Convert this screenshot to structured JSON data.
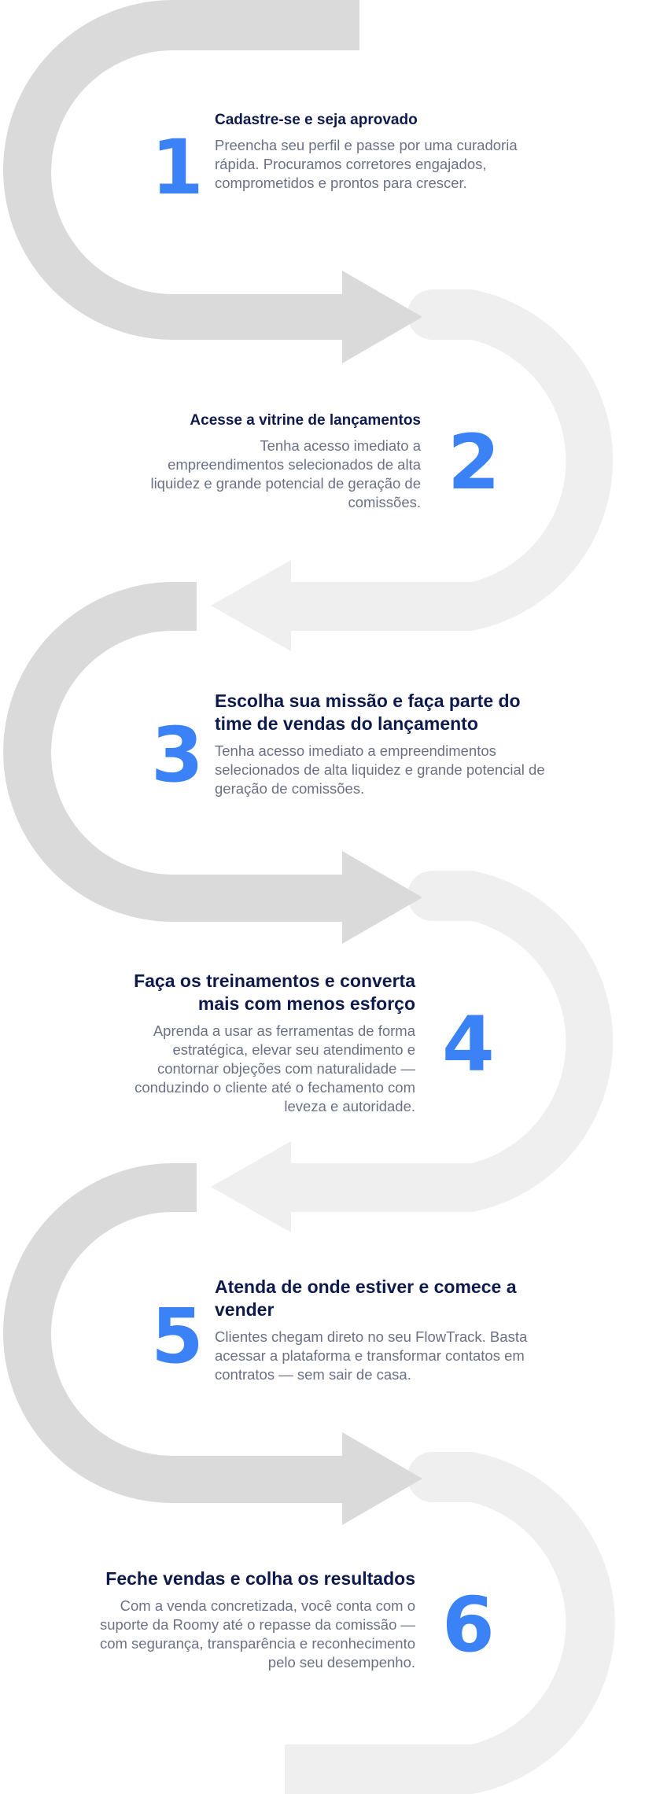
{
  "colors": {
    "accent": "#3b82f6",
    "title": "#0e1a4b",
    "text": "#6b7085",
    "road_dark": "#dadada",
    "road_light": "#efefef"
  },
  "steps": [
    {
      "number": "1",
      "title": "Cadastre-se e seja aprovado",
      "description": "Preencha seu perfil e passe por uma curadoria rápida. Procuramos corretores engajados, comprometidos e prontos para crescer."
    },
    {
      "number": "2",
      "title": "Acesse a vitrine de lançamentos",
      "description": "Tenha acesso imediato a empreendimentos selecionados de alta liquidez e grande potencial de geração de comissões."
    },
    {
      "number": "3",
      "title": "Escolha sua missão e faça parte do time de vendas do lançamento",
      "description": "Tenha acesso imediato a empreendimentos selecionados de alta liquidez e grande potencial de geração de comissões."
    },
    {
      "number": "4",
      "title": "Faça os treinamentos e converta mais com menos esforço",
      "description": "Aprenda a usar as ferramentas de forma estratégica, elevar seu atendimento e contornar objeções com naturalidade — conduzindo o cliente até o fechamento com leveza e autoridade."
    },
    {
      "number": "5",
      "title": "Atenda de onde estiver e comece a vender",
      "description": "Clientes chegam direto no seu FlowTrack. Basta acessar a plataforma e transformar contatos em contratos — sem sair de casa."
    },
    {
      "number": "6",
      "title": "Feche vendas e colha os resultados",
      "description": "Com a venda concretizada, você conta com o suporte da Roomy até o repasse da comissão — com segurança, transparência e reconhecimento pelo seu desempenho."
    }
  ]
}
